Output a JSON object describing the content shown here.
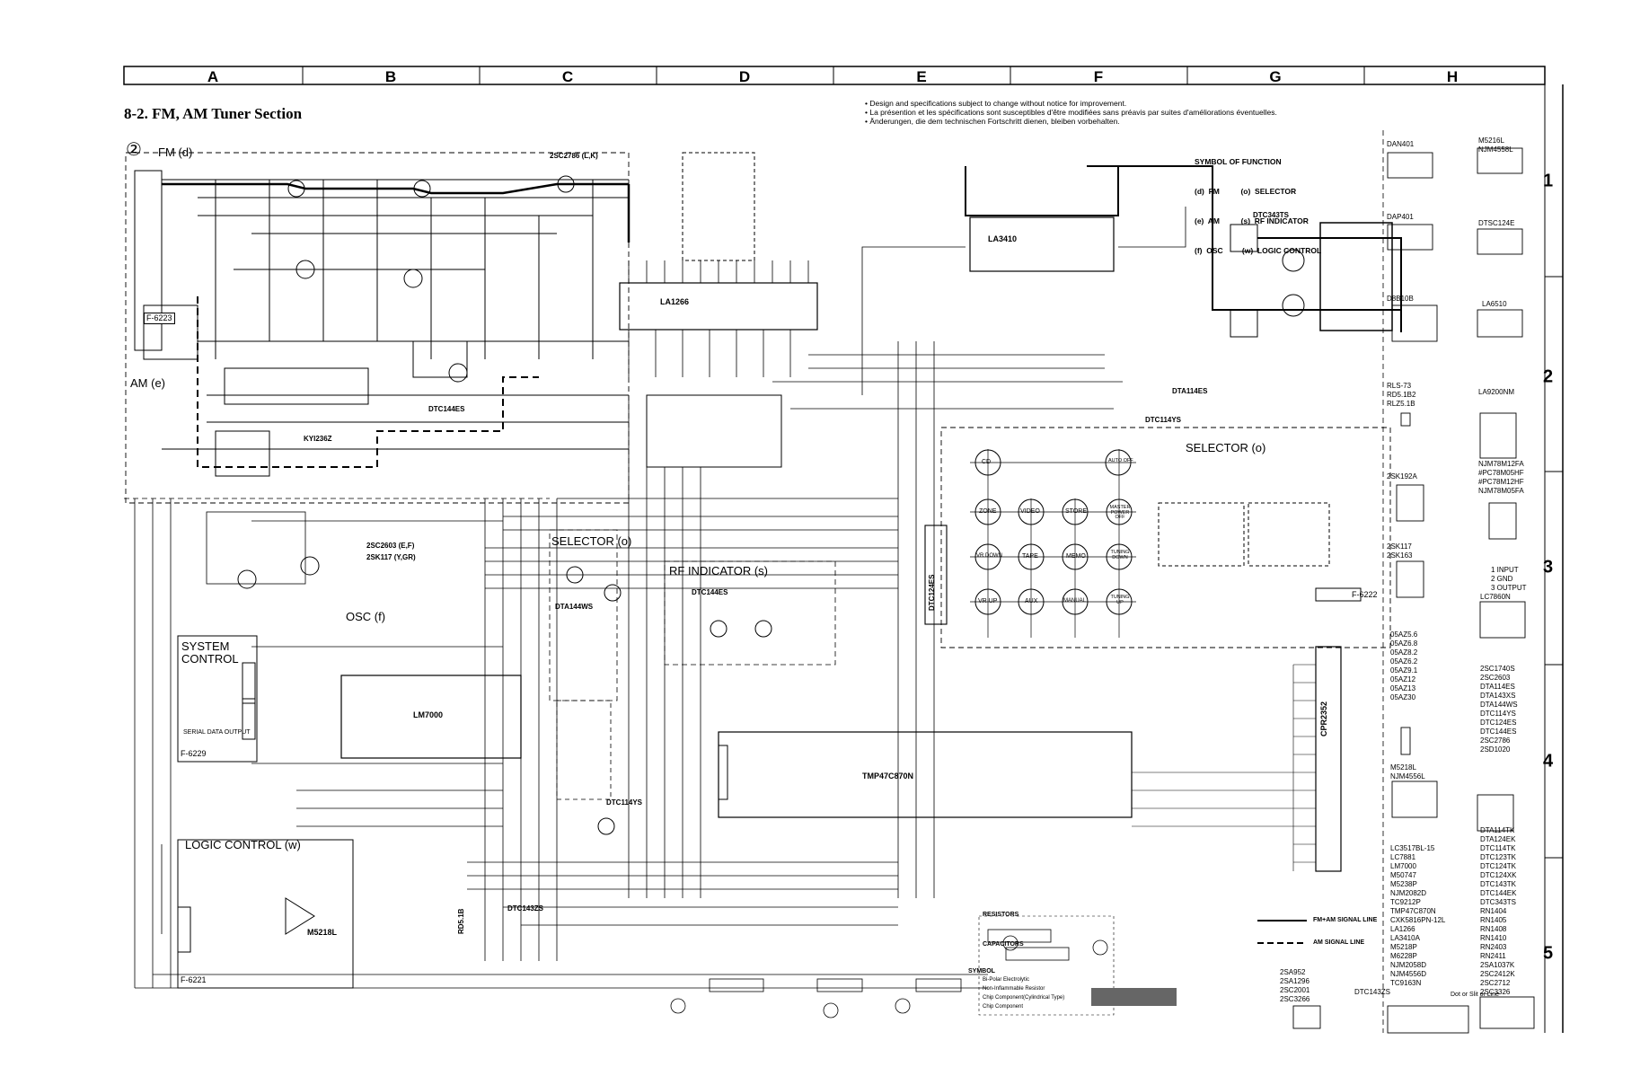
{
  "header": {
    "columns": [
      "A",
      "B",
      "C",
      "D",
      "E",
      "F",
      "G",
      "H"
    ],
    "rows": [
      "1",
      "2",
      "3",
      "4",
      "5"
    ]
  },
  "title": "8-2. FM, AM Tuner Section",
  "notes": [
    "• Design and specifications subject to change without notice for improvement.",
    "• La présention et les spécifications sont susceptibles d'être modifiées sans préavis par suites d'améliorations éventuelles.",
    "• Änderungen, die dem technischen Fortschritt dienen, bleiben vorbehalten."
  ],
  "symbol_of_function": {
    "heading": "SYMBOL OF FUNCTION",
    "items": [
      "(d)  FM          (o)  SELECTOR",
      "(e)  AM          (s)  RF INDICATOR",
      "(f)  OSC         (w)  LOGIC CONTROL"
    ]
  },
  "sections": {
    "board_no": "②",
    "fm": "FM (d)",
    "am": "AM (e)",
    "osc": "OSC (f)",
    "selector_mid": "SELECTOR (o)",
    "rf_indicator": "RF INDICATOR (s)",
    "selector_right": "SELECTOR (o)",
    "system_control": "SYSTEM\nCONTROL",
    "system_control_1": "SYSTEM",
    "system_control_2": "CONTROL",
    "logic_control": "LOGIC CONTROL (w)",
    "serial_out": "SERIAL DATA OUTPUT"
  },
  "connectors": {
    "f6223": "F-6223",
    "f6229": "F-6229",
    "f6221": "F-6221",
    "f6222": "F-6222"
  },
  "ics": {
    "la1266": "LA1266",
    "la3410": "LA3410",
    "lm7000": "LM7000",
    "tmp47c870n": "TMP47C870N",
    "cpr2352": "CPR2352",
    "dtc124es": "DTC124ES",
    "m5218l": "M5218L",
    "dtc343ts": "DTC343TS"
  },
  "transistors": {
    "q1": "2SC2786 (L,K)",
    "q2": "DTC144ES",
    "q3": "DTA114ES",
    "q4": "DTC114YS",
    "q5": "DTA144WS",
    "q6": "DTC144ES",
    "q7": "DTC114YS",
    "q8": "DTC143ZS",
    "q9": "2SC2603 (E,F)",
    "q10": "2SK117 (Y,GR)",
    "ky": "KYI236Z",
    "rd5": "RD5.1B"
  },
  "keys": [
    "CD",
    "ZONE",
    "VIDEO",
    "STORE",
    "MASTER POWER OFF",
    "VR DOWN",
    "TAPE",
    "MEMO",
    "TUNING DOWN",
    "VR UP",
    "AUX",
    "MANUAL",
    "TUNING UP",
    "AUTO OFF"
  ],
  "signal_legend": {
    "solid": "FM+AM SIGNAL LINE",
    "dashed": "AM SIGNAL LINE"
  },
  "notes_bottom": {
    "resistors": "RESISTORS",
    "capacitors": "CAPACITORS",
    "symbol": "SYMBOL",
    "sym1": "Bi-Polar Electrolytic",
    "sym2": "Non-Inflammable Resistor",
    "sym3": "Chip Component(Cylindrical Type)",
    "sym4": "Chip Component"
  },
  "parts_right": {
    "p1": "DAN401",
    "p2": "M5216L\nNJM4558L",
    "p2a": "M5216L",
    "p2b": "NJM4558L",
    "p3": "DAP401",
    "p4": "DTSC124E",
    "p5": "D8B10B",
    "p6": "LA6510",
    "p7a": "RLS-73",
    "p7b": "RD5.1B2",
    "p7c": "RLZ5.1B",
    "p8": "LA9200NM",
    "p9": "2SK192A",
    "p10a": "NJM78M12FA",
    "p10b": "#PC78M05HF",
    "p10c": "#PC78M12HF",
    "p10d": "NJM78M05FA",
    "p11a": "2SK117",
    "p11b": "2SK163",
    "p12a": "1 INPUT",
    "p12b": "2 GND",
    "p12c": "3 OUTPUT",
    "p13": "LC7860N",
    "diodes": [
      "05AZ5.6",
      "05AZ6.8",
      "05AZ8.2",
      "05AZ6.2",
      "05AZ9.1",
      "05AZ12",
      "05AZ13",
      "05AZ30"
    ],
    "trans_list": [
      "2SC1740S",
      "2SC2603",
      "DTA114ES",
      "DTA143XS",
      "DTA144WS",
      "DTC114YS",
      "DTC124ES",
      "DTC144ES",
      "2SC2786",
      "2SD1020"
    ],
    "ics_list": [
      "LC3517BL-15",
      "LC7881",
      "LM7000",
      "M50747",
      "M5238P",
      "NJM2082D",
      "TC9212P",
      "TMP47C870N",
      "CXK5816PN-12L",
      "LA1266",
      "LA3410A",
      "M5218P",
      "M6228P",
      "NJM2058D",
      "NJM4556D",
      "TC9163N"
    ],
    "ics_list2": [
      "DTA114TK",
      "DTA124EK",
      "DTC114TK",
      "DTC123TK",
      "DTC124TK",
      "DTC124XK",
      "DTC143TK",
      "DTC144EK",
      "DTC343TS",
      "RN1404",
      "RN1405",
      "RN1408",
      "RN1410",
      "RN2403",
      "RN2411",
      "2SA1037K",
      "2SC2412K",
      "2SC2712",
      "2SC3326"
    ],
    "m5218l": "M5218L\nNJM4556L",
    "m5218l_a": "M5218L",
    "m5218l_b": "NJM4556L",
    "small_trans": [
      "2SA952",
      "2SA1296",
      "2SC2001",
      "2SC3266"
    ],
    "dtc143zs": "DTC143ZS",
    "dot": "Dot or Slit or Line"
  }
}
